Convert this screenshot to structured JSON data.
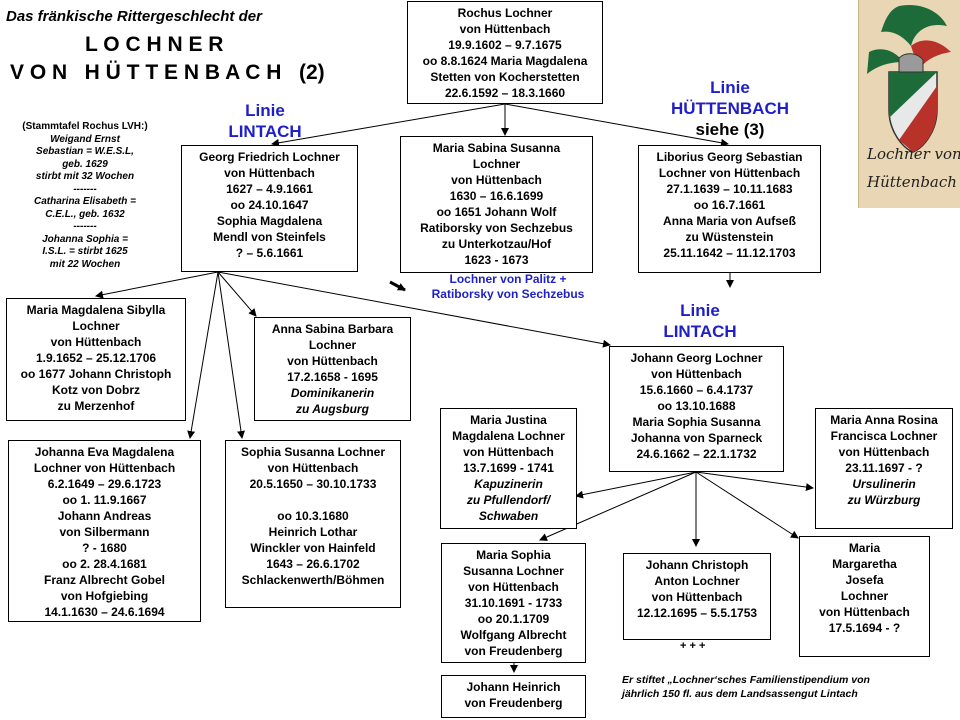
{
  "title": {
    "line1": "Das fränkische Rittergeschlecht der",
    "line2": "L O C H N E R",
    "line3": "V O N   H Ü T T E N B A C H   (2)"
  },
  "crest": {
    "text_line1": "Lochner von",
    "text_line2": "Hüttenbach"
  },
  "labels": {
    "linie_lintach_left": {
      "line1": "Linie",
      "line2": "LINTACH"
    },
    "linie_huettenbach": {
      "line1": "Linie",
      "line2": "HÜTTENBACH",
      "line3": "siehe (3)"
    },
    "linie_lintach_right": {
      "line1": "Linie",
      "line2": "LINTACH"
    },
    "palitz": {
      "line1": "Lochner von Palitz +",
      "line2": "Ratiborsky von Sechzebus"
    }
  },
  "stammtafel_note": [
    "(Stammtafel Rochus LVH:)",
    "Weigand Ernst",
    "Sebastian = W.E.S.L,",
    "geb. 1629",
    "stirbt mit 32 Wochen",
    "-------",
    "Catharina Elisabeth =",
    "C.E.L., geb. 1632",
    "-------",
    "Johanna Sophia =",
    "I.S.L. = stirbt 1625",
    "mit 22 Wochen"
  ],
  "people": {
    "rochus": [
      "Rochus Lochner",
      "von Hüttenbach",
      "19.9.1602 – 9.7.1675",
      "oo 8.8.1624 Maria Magdalena",
      "Stetten von Kocherstetten",
      "22.6.1592 – 18.3.1660"
    ],
    "georg_friedrich": [
      "Georg Friedrich Lochner",
      "von Hüttenbach",
      "1627 – 4.9.1661",
      "oo 24.10.1647",
      "Sophia Magdalena",
      "Mendl von Steinfels",
      "? – 5.6.1661"
    ],
    "maria_sabina": [
      "Maria Sabina Susanna",
      "Lochner",
      "von Hüttenbach",
      "1630 – 16.6.1699",
      "oo 1651 Johann Wolf",
      "Ratiborsky von Sechzebus",
      "zu Unterkotzau/Hof",
      "1623 - 1673"
    ],
    "liborius": [
      "Liborius Georg Sebastian",
      "Lochner von Hüttenbach",
      "27.1.1639 – 10.11.1683",
      "oo 16.7.1661",
      "Anna Maria von Aufseß",
      "zu Wüstenstein",
      "25.11.1642 – 11.12.1703"
    ],
    "maria_magdalena_sibylla": [
      "Maria Magdalena Sibylla",
      "Lochner",
      "von Hüttenbach",
      "1.9.1652 – 25.12.1706",
      "oo 1677 Johann Christoph",
      "Kotz von Dobrz",
      "zu Merzenhof"
    ],
    "anna_sabina": [
      "Anna Sabina Barbara",
      "Lochner",
      "von Hüttenbach",
      "17.2.1658 - 1695",
      "Dominikanerin",
      "zu Augsburg"
    ],
    "johanna_eva": [
      "Johanna Eva Magdalena",
      "Lochner von Hüttenbach",
      "6.2.1649 – 29.6.1723",
      "oo 1.    11.9.1667",
      "Johann Andreas",
      "von Silbermann",
      "? - 1680",
      "oo 2.   28.4.1681",
      "Franz Albrecht Gobel",
      "von Hofgiebing",
      "14.1.1630 – 24.6.1694"
    ],
    "sophia_susanna": [
      "Sophia Susanna Lochner",
      "von Hüttenbach",
      "20.5.1650 – 30.10.1733",
      "",
      "oo 10.3.1680",
      "Heinrich Lothar",
      "Winckler von Hainfeld",
      "1643 – 26.6.1702",
      "Schlackenwerth/Böhmen"
    ],
    "johann_georg": [
      "Johann Georg Lochner",
      "von Hüttenbach",
      "15.6.1660 – 6.4.1737",
      "oo 13.10.1688",
      "Maria Sophia Susanna",
      "Johanna von Sparneck",
      "24.6.1662 – 22.1.1732"
    ],
    "maria_justina": [
      "Maria Justina",
      "Magdalena Lochner",
      "von Hüttenbach",
      "13.7.1699 - 1741",
      "Kapuzinerin",
      "zu Pfullendorf/",
      "Schwaben"
    ],
    "maria_anna_rosina": [
      "Maria Anna Rosina",
      "Francisca Lochner",
      "von Hüttenbach",
      "23.11.1697  - ?",
      "Ursulinerin",
      "zu Würzburg"
    ],
    "maria_sophia_susanna": [
      "Maria Sophia",
      "Susanna Lochner",
      "von Hüttenbach",
      "31.10.1691  - 1733",
      "oo 20.1.1709",
      "Wolfgang Albrecht",
      "von Freudenberg"
    ],
    "johann_christoph": [
      "Johann Christoph",
      "Anton Lochner",
      "von Hüttenbach",
      "12.12.1695  – 5.5.1753"
    ],
    "maria_margaretha": [
      "Maria",
      "Margaretha",
      "Josefa",
      "Lochner",
      "von Hüttenbach",
      "17.5.1694  - ?"
    ],
    "johann_heinrich": [
      "Johann Heinrich",
      "von Freudenberg"
    ]
  },
  "plus_marks": "+ + +",
  "footnote": {
    "line1": "Er stiftet „Lochner‘sches Familienstipendium von",
    "line2": "jährlich 150 fl. aus dem Landsassengut Lintach"
  },
  "colors": {
    "blue_text": "#1f1fc8",
    "crest_bg": "#e8d6b4"
  }
}
